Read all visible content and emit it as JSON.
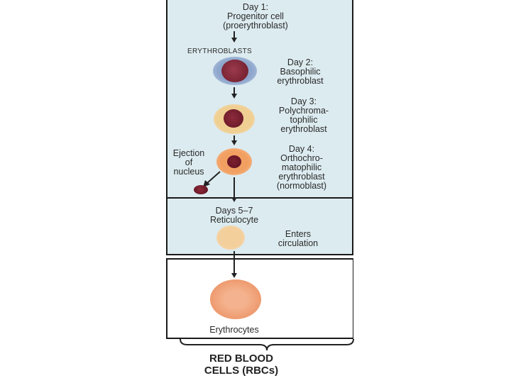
{
  "stages": {
    "day1": [
      "Day 1:",
      "Progenitor cell",
      "(proerythroblast)"
    ],
    "erythroblasts_header": "ERYTHROBLASTS",
    "day2": [
      "Day 2:",
      "Basophilic",
      "erythroblast"
    ],
    "day3": [
      "Day 3:",
      "Polychroma-",
      "tophilic",
      "erythroblast"
    ],
    "day4": [
      "Day 4:",
      "Orthochro-",
      "matophilic",
      "erythroblast",
      "(normoblast)"
    ],
    "ejection": [
      "Ejection",
      "of",
      "nucleus"
    ],
    "days5_7": [
      "Days 5–7",
      "Reticulocyte"
    ],
    "enters": [
      "Enters",
      "circulation"
    ],
    "erythrocytes": "Erythrocytes"
  },
  "caption": [
    "RED BLOOD",
    "CELLS (RBCs)"
  ],
  "colors": {
    "panel_bg": "#dcebf0",
    "nucleus": "#7a1f2e",
    "cytoplasm_basophilic": "#9fb8d8",
    "cytoplasm_poly": "#f0d39a",
    "cytoplasm_ortho": "#f2a46a",
    "reticulocyte": "#f3cf9c",
    "erythrocyte": "#ee9a6f"
  }
}
